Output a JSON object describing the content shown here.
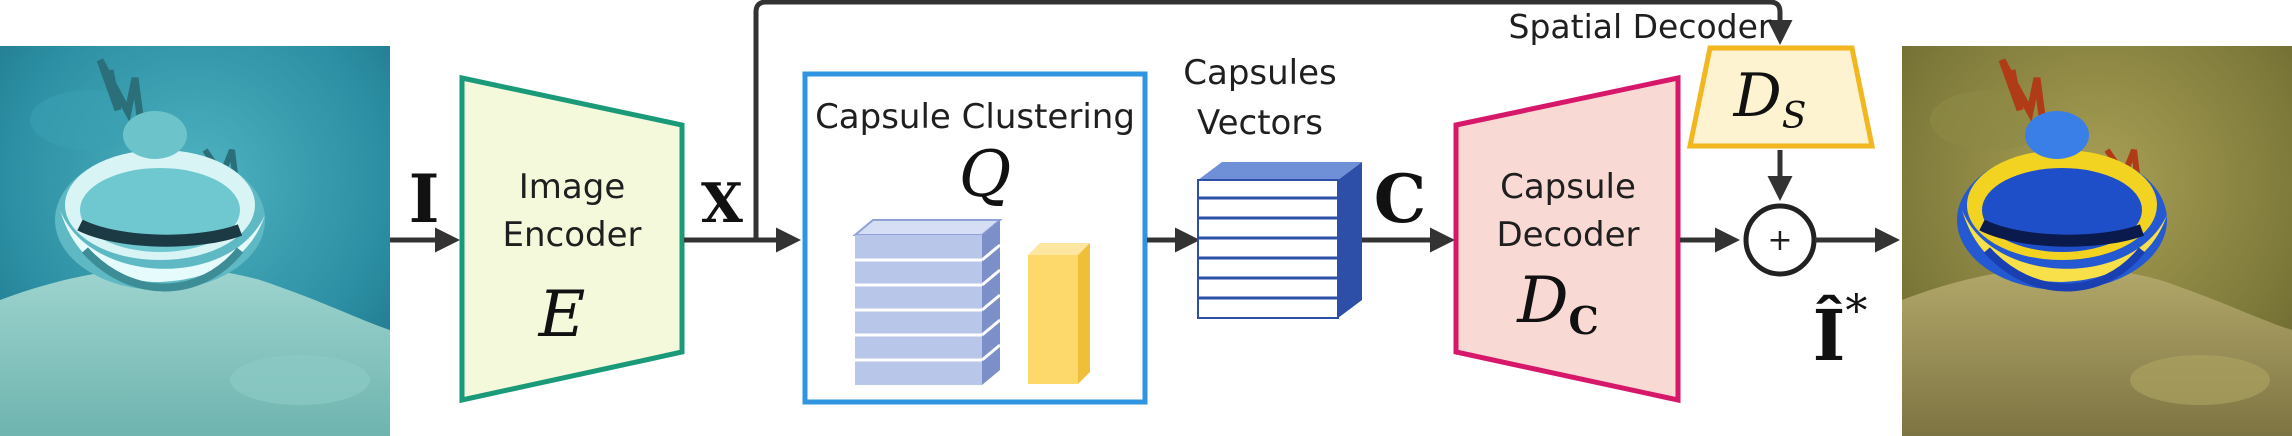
{
  "labels": {
    "input_symbol": "I",
    "encoder_line1": "Image",
    "encoder_line2": "Encoder",
    "encoder_symbol": "E",
    "features_symbol": "X",
    "clustering_title": "Capsule Clustering",
    "clustering_symbol": "Q",
    "capsules_line1": "Capsules",
    "capsules_line2": "Vectors",
    "capsules_symbol": "C",
    "decoder_line1": "Capsule",
    "decoder_line2": "Decoder",
    "decoder_symbol": "D",
    "decoder_subscript": "C",
    "spatial_title": "Spatial Decoder",
    "spatial_symbol": "D",
    "spatial_subscript": "S",
    "sum_symbol": "+",
    "output_symbol": "Î",
    "output_superscript": "*"
  },
  "images": {
    "input_description_icon": "underwater-sea-slug-input-photo",
    "output_description_icon": "enhanced-sea-slug-output-photo"
  },
  "colors": {
    "encoder_fill": "#f5f9dc",
    "encoder_stroke": "#1a9a78",
    "clustering_stroke": "#2f95e0",
    "cube_front": "#b8c6ea",
    "cube_side": "#7d8fc8",
    "cube_top": "#d5def5",
    "slab_front": "#fdd86a",
    "slab_side": "#f0bf3a",
    "capsule_front": "#ffffff",
    "capsule_side": "#2e4fa8",
    "capsule_top": "#6f8fd6",
    "decoder_fill": "#f9d9d4",
    "decoder_stroke": "#d6176a",
    "spatial_fill": "#fdf3d0",
    "spatial_stroke": "#f2b61f",
    "arrow": "#333333"
  }
}
